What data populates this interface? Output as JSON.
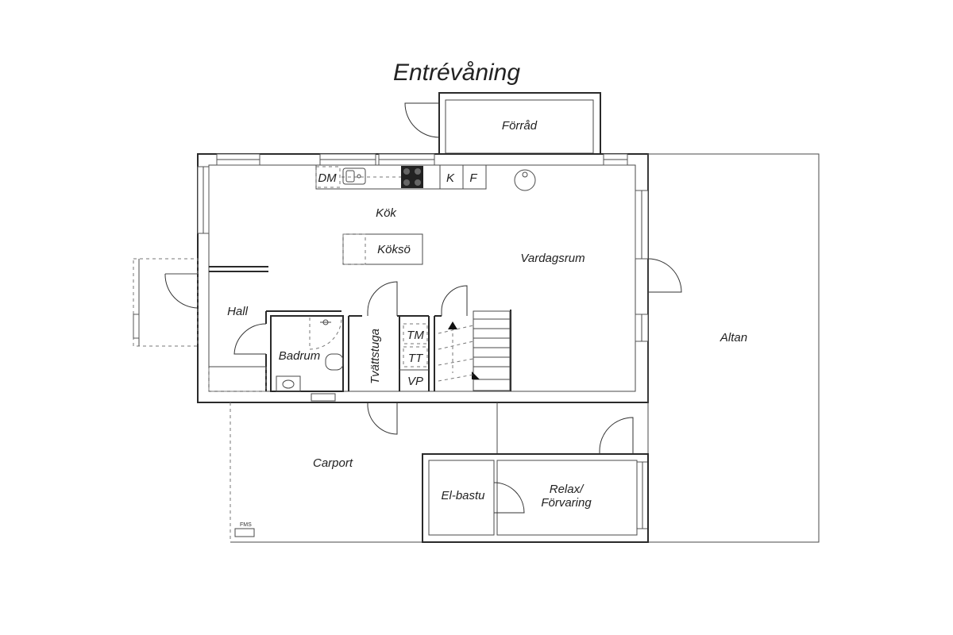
{
  "title": "Entrévåning",
  "rooms": {
    "forrad": "Förråd",
    "kok": "Kök",
    "koksoe": "Köksö",
    "vardagsrum": "Vardagsrum",
    "hall": "Hall",
    "badrum": "Badrum",
    "tvattstuga": "Tvättstuga",
    "altan": "Altan",
    "carport": "Carport",
    "elbastu": "El-bastu",
    "relax_line1": "Relax/",
    "relax_line2": "Förvaring"
  },
  "fixtures": {
    "dm": "DM",
    "k": "K",
    "f": "F",
    "tm": "TM",
    "tt": "TT",
    "vp": "VP",
    "fms": "FMS"
  }
}
